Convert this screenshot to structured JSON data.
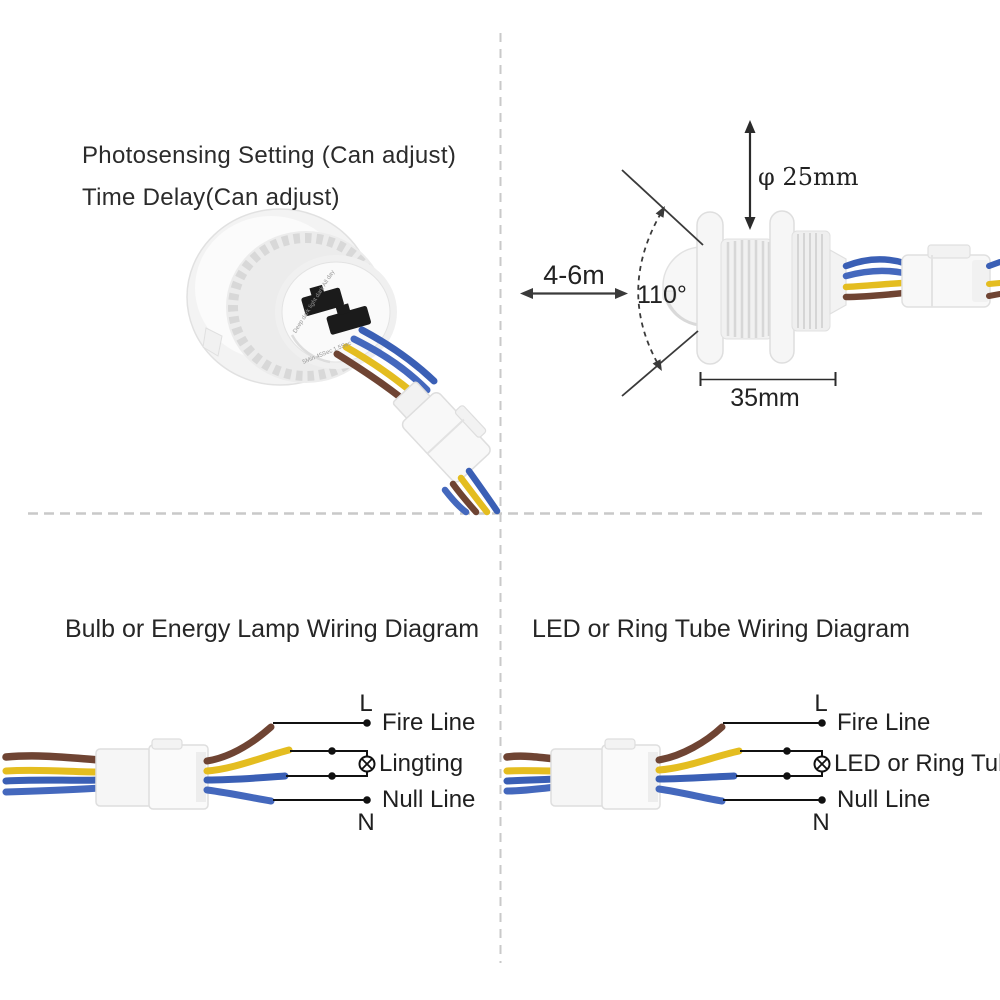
{
  "colors": {
    "wire_brown": "#6f4433",
    "wire_yellow": "#e4bd20",
    "wire_blue": "#3a5fb5",
    "schematic_black": "#111111",
    "divider_gray": "#c9c9c9",
    "plastic_white": "#f7f7f7",
    "plastic_shade": "#e2e2e2",
    "text_dark": "#1f1f1f"
  },
  "top_left": {
    "caption_line1": "Photosensing Setting (Can adjust)",
    "caption_line2": "Time Delay(Can adjust)",
    "face_text_top": "Deep dark light dark All day",
    "face_text_bottom": "5Min 45Sec 1.5Sec"
  },
  "top_right": {
    "diameter_label": "φ 25mm",
    "distance_label": "4-6m",
    "angle_label": "110°",
    "width_label": "35mm"
  },
  "bottom_left": {
    "title": "Bulb or Energy Lamp Wiring Diagram",
    "live_terminal": "L",
    "fire_line": "Fire Line",
    "load_label": "Lingting",
    "neutral_terminal": "N",
    "null_line": "Null Line"
  },
  "bottom_right": {
    "title": "LED or Ring Tube Wiring Diagram",
    "live_terminal": "L",
    "fire_line": "Fire Line",
    "load_label": "LED or Ring Tube",
    "neutral_terminal": "N",
    "null_line": "Null Line"
  }
}
